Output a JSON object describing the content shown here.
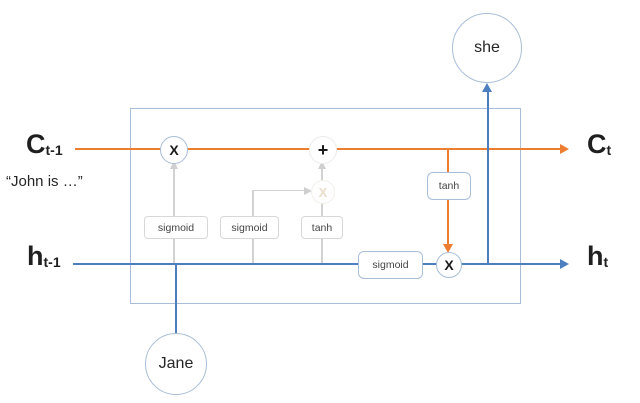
{
  "diagram": {
    "title_hint": "LSTM cell diagram",
    "inputs": {
      "cell_state_prev": {
        "base": "C",
        "sub": "t-1"
      },
      "hidden_state_prev": {
        "base": "h",
        "sub": "t-1"
      },
      "context_text": "“John is …”",
      "input_word": "Jane"
    },
    "outputs": {
      "cell_state_next": {
        "base": "C",
        "sub": "t"
      },
      "hidden_state_next": {
        "base": "h",
        "sub": "t"
      },
      "output_word": "she"
    },
    "gates": {
      "forget_gate": "sigmoid",
      "input_gate": "sigmoid",
      "candidate": "tanh",
      "output_gate": "sigmoid",
      "cell_activation": "tanh"
    },
    "operators": {
      "forget_multiply": "X",
      "add": "+",
      "candidate_multiply": "X",
      "output_multiply": "X"
    },
    "colors": {
      "cell_path": "#ed7d31",
      "hidden_path": "#4d7ebf",
      "inactive_path": "#d2d2d2",
      "box_border": "#a9bed8"
    }
  }
}
